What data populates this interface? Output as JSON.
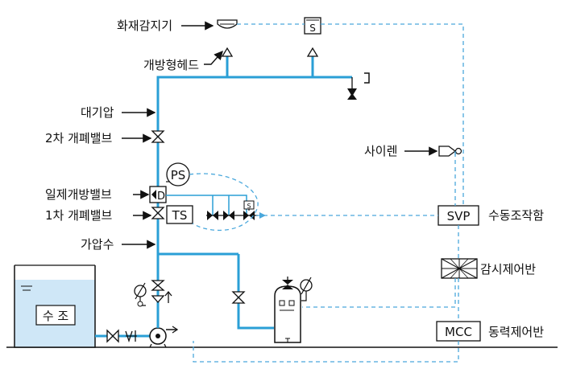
{
  "labels": {
    "fire_detector": "화재감지기",
    "open_head": "개방형헤드",
    "atmospheric": "대기압",
    "secondary_valve": "2차 개폐밸브",
    "deluge_valve": "일제개방밸브",
    "primary_valve": "1차 개폐밸브",
    "pressurized_water": "가압수",
    "siren": "사이렌",
    "manual_box": "수동조작함",
    "control_panel": "감시제어반",
    "power_panel": "동력제어반"
  },
  "boxes": {
    "ps": "PS",
    "ts": "TS",
    "svp": "SVP",
    "mcc": "MCC",
    "tank": "수 조",
    "d_valve": "D",
    "solenoid": "S",
    "detector_s": "S"
  },
  "colors": {
    "pipe": "#2a9fd6",
    "signal_line": "#4aa8dc",
    "tank_fill": "#cfe7f7",
    "ink": "#111111"
  }
}
